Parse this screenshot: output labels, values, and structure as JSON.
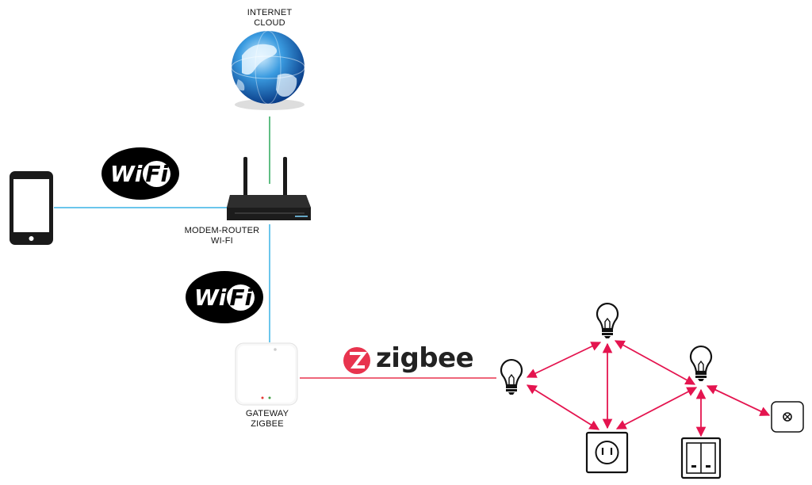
{
  "nodes": {
    "cloud": {
      "line1": "INTERNET",
      "line2": "CLOUD"
    },
    "router": {
      "line1": "MODEM-ROUTER",
      "line2": "WI-FI"
    },
    "gateway": {
      "line1": "GATEWAY",
      "line2": "ZIGBEE"
    }
  },
  "logos": {
    "wifi_a": {
      "part1": "Wi",
      "part2": "Fi"
    },
    "wifi_b": {
      "part1": "Wi",
      "part2": "Fi"
    },
    "zigbee": {
      "text": "zigbee"
    }
  },
  "colors": {
    "internet_link": "#2aa85a",
    "wifi_link": "#3ab4e6",
    "zigbee_link": "#e8344e",
    "mesh_link": "#e4144f",
    "zigbee_brand": "#e8344e"
  }
}
